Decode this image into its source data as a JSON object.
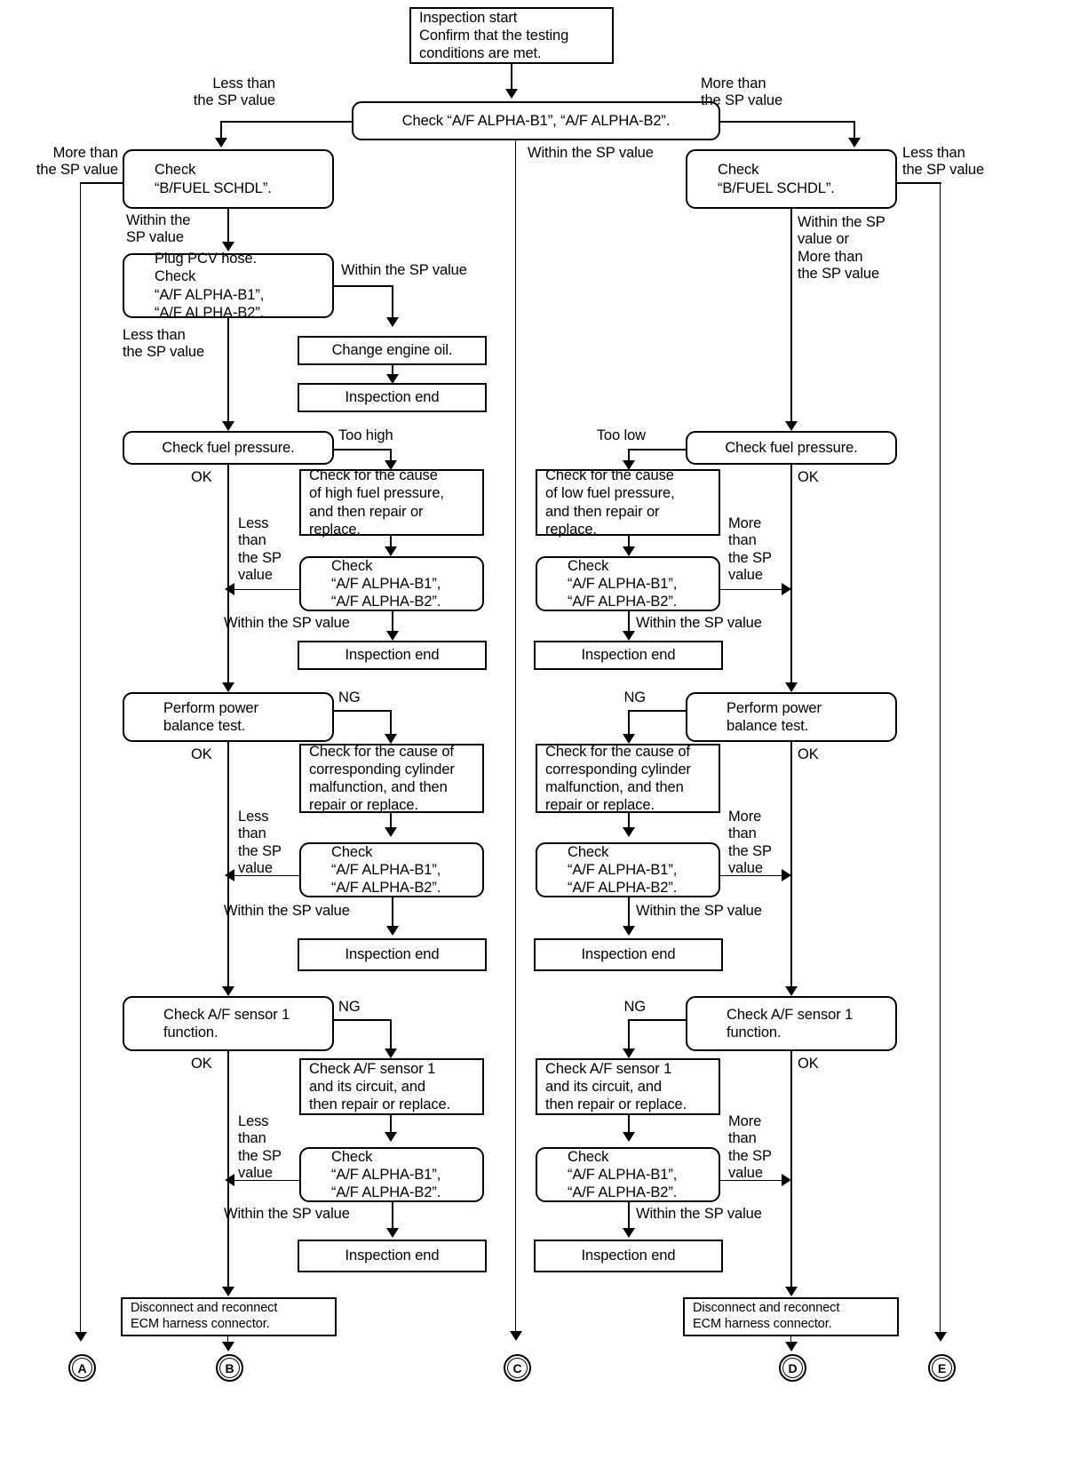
{
  "diagram": {
    "title": "A/F ALPHA diagnostic flowchart",
    "line_color": "#000000",
    "bg_color": "#ffffff"
  },
  "nodes": {
    "start": "Inspection start\nConfirm that the testing\nconditions are met.",
    "check_alpha_top": "Check “A/F ALPHA-B1”, “A/F ALPHA-B2”.",
    "check_bfuel_left": "Check\n“B/FUEL SCHDL”.",
    "check_bfuel_right": "Check\n“B/FUEL SCHDL”.",
    "plug_pcv": "Plug PCV hose.\nCheck\n“A/F ALPHA-B1”,\n“A/F ALPHA-B2”.",
    "change_oil": "Change engine oil.",
    "inspection_end_1": "Inspection end",
    "check_fuel_pressure_left": "Check fuel pressure.",
    "check_fuel_pressure_right": "Check fuel pressure.",
    "cause_high_pressure": "Check for the cause\nof high fuel pressure,\nand then repair or\nreplace.",
    "cause_low_pressure": "Check for the cause\nof low fuel pressure,\nand then repair or\nreplace.",
    "check_alpha_l2": "Check\n“A/F ALPHA-B1”,\n“A/F ALPHA-B2”.",
    "check_alpha_r2": "Check\n“A/F ALPHA-B1”,\n“A/F ALPHA-B2”.",
    "inspection_end_2": "Inspection end",
    "inspection_end_3": "Inspection end",
    "power_balance_left": "Perform power\nbalance test.",
    "power_balance_right": "Perform power\nbalance test.",
    "cause_cylinder_left": "Check for the cause of\ncorresponding cylinder\nmalfunction, and then\nrepair or replace.",
    "cause_cylinder_right": "Check for the cause of\ncorresponding cylinder\nmalfunction, and then\nrepair or replace.",
    "check_alpha_l3": "Check\n“A/F ALPHA-B1”,\n“A/F ALPHA-B2”.",
    "check_alpha_r3": "Check\n“A/F ALPHA-B1”,\n“A/F ALPHA-B2”.",
    "inspection_end_4": "Inspection end",
    "inspection_end_5": "Inspection end",
    "af_sensor_left": "Check A/F sensor 1\nfunction.",
    "af_sensor_right": "Check A/F sensor 1\nfunction.",
    "af_circuit_left": "Check A/F sensor 1\nand its circuit, and\nthen repair or replace.",
    "af_circuit_right": "Check A/F sensor 1\nand its circuit, and\nthen repair or replace.",
    "check_alpha_l4": "Check\n“A/F ALPHA-B1”,\n“A/F ALPHA-B2”.",
    "check_alpha_r4": "Check\n“A/F ALPHA-B1”,\n“A/F ALPHA-B2”.",
    "inspection_end_6": "Inspection end",
    "inspection_end_7": "Inspection end",
    "ecm_left": "Disconnect and reconnect\nECM harness connector.",
    "ecm_right": "Disconnect and reconnect\nECM harness connector."
  },
  "labels": {
    "less_than_sp_top_left": "Less than\nthe SP value",
    "more_than_sp_top_right": "More than\nthe SP value",
    "more_than_sp_far_left": "More than\nthe SP value",
    "less_than_sp_far_right": "Less than\nthe SP value",
    "within_sp_center": "Within the SP value",
    "within_sp_left_1": "Within the\nSP value",
    "within_sp_right_or_more": "Within the SP\nvalue or\nMore than\nthe SP value",
    "within_sp_pcv": "Within the SP value",
    "less_than_sp_pcv": "Less than\nthe SP value",
    "too_high": "Too high",
    "too_low": "Too low",
    "ok_l1": "OK",
    "ok_r1": "OK",
    "less_than_sp_stack_l1": "Less\nthan\nthe SP\nvalue",
    "more_than_sp_stack_r1": "More\nthan\nthe SP\nvalue",
    "within_sp_l1": "Within the SP value",
    "within_sp_r1": "Within the SP value",
    "ng_l2": "NG",
    "ng_r2": "NG",
    "ok_l2": "OK",
    "ok_r2": "OK",
    "less_than_sp_stack_l2": "Less\nthan\nthe SP\nvalue",
    "more_than_sp_stack_r2": "More\nthan\nthe SP\nvalue",
    "within_sp_l2": "Within the SP value",
    "within_sp_r2": "Within the SP value",
    "ng_l3": "NG",
    "ng_r3": "NG",
    "ok_l3": "OK",
    "ok_r3": "OK",
    "less_than_sp_stack_l3": "Less\nthan\nthe SP\nvalue",
    "more_than_sp_stack_r3": "More\nthan\nthe SP\nvalue",
    "within_sp_l3": "Within the SP value",
    "within_sp_r3": "Within the SP value"
  },
  "terminals": {
    "a": "A",
    "b": "B",
    "c": "C",
    "d": "D",
    "e": "E"
  }
}
